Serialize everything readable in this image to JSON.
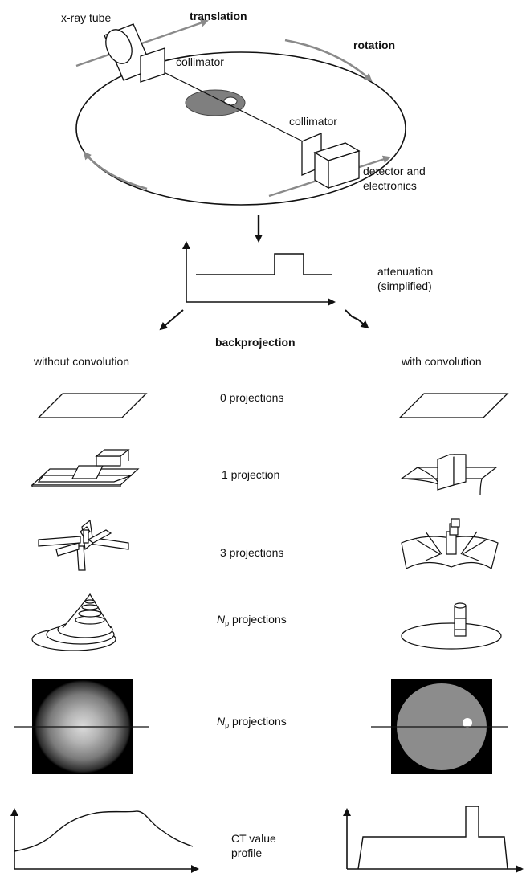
{
  "top": {
    "xray_tube": "x-ray tube",
    "translation": "translation",
    "rotation": "rotation",
    "collimator_top": "collimator",
    "collimator_bottom": "collimator",
    "detector_line1": "detector and",
    "detector_line2": "electronics"
  },
  "graph": {
    "attenuation_line1": "attenuation",
    "attenuation_line2": "(simplified)"
  },
  "section": {
    "backprojection": "backprojection",
    "without": "without convolution",
    "with": "with convolution"
  },
  "rows": {
    "p0": "0 projections",
    "p1": "1 projection",
    "p3": "3 projections",
    "np_symbol": "N",
    "np_sub": "p",
    "np_text": " projections",
    "np2_symbol": "N",
    "np2_sub": "p",
    "np2_text": " projections"
  },
  "bottom": {
    "ct_line1": "CT value",
    "ct_line2": "profile"
  },
  "colors": {
    "ink": "#111111",
    "arrow_gray": "#8a8a8a",
    "object_gray": "#7f7f7f",
    "image_bg": "#000000",
    "disc_gray": "#8c8c8c"
  }
}
